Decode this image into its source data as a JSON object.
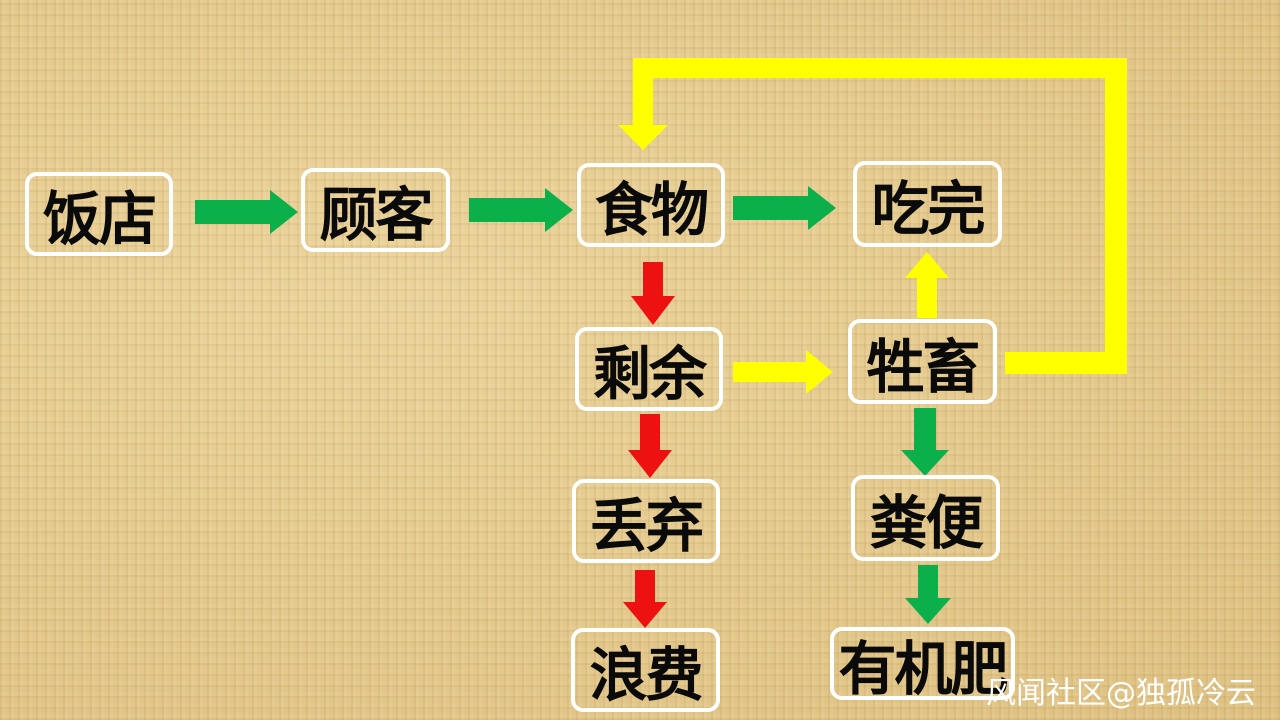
{
  "nodes": {
    "restaurant": "饭店",
    "customer": "顾客",
    "food": "食物",
    "eaten": "吃完",
    "leftover": "剩余",
    "livestock": "牲畜",
    "discard": "丢弃",
    "manure": "粪便",
    "waste": "浪费",
    "fertilizer": "有机肥"
  },
  "colors": {
    "green": "#0bb04b",
    "red": "#ee1111",
    "yellow": "#ffff00"
  },
  "watermark": "风闻社区@独孤冷云"
}
